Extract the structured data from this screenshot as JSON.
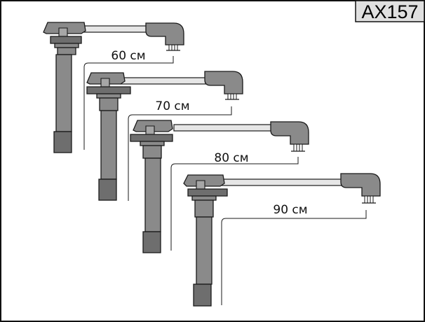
{
  "diagram": {
    "product_code": "AX157",
    "colors": {
      "part_fill": "#8a8a8a",
      "wire_fill": "#e6e6e6",
      "outline": "#1a1a1a"
    },
    "cables": [
      {
        "id": "cable-1",
        "length_label": "60 см"
      },
      {
        "id": "cable-2",
        "length_label": "70 см"
      },
      {
        "id": "cable-3",
        "length_label": "80 см"
      },
      {
        "id": "cable-4",
        "length_label": "90 см"
      }
    ]
  }
}
